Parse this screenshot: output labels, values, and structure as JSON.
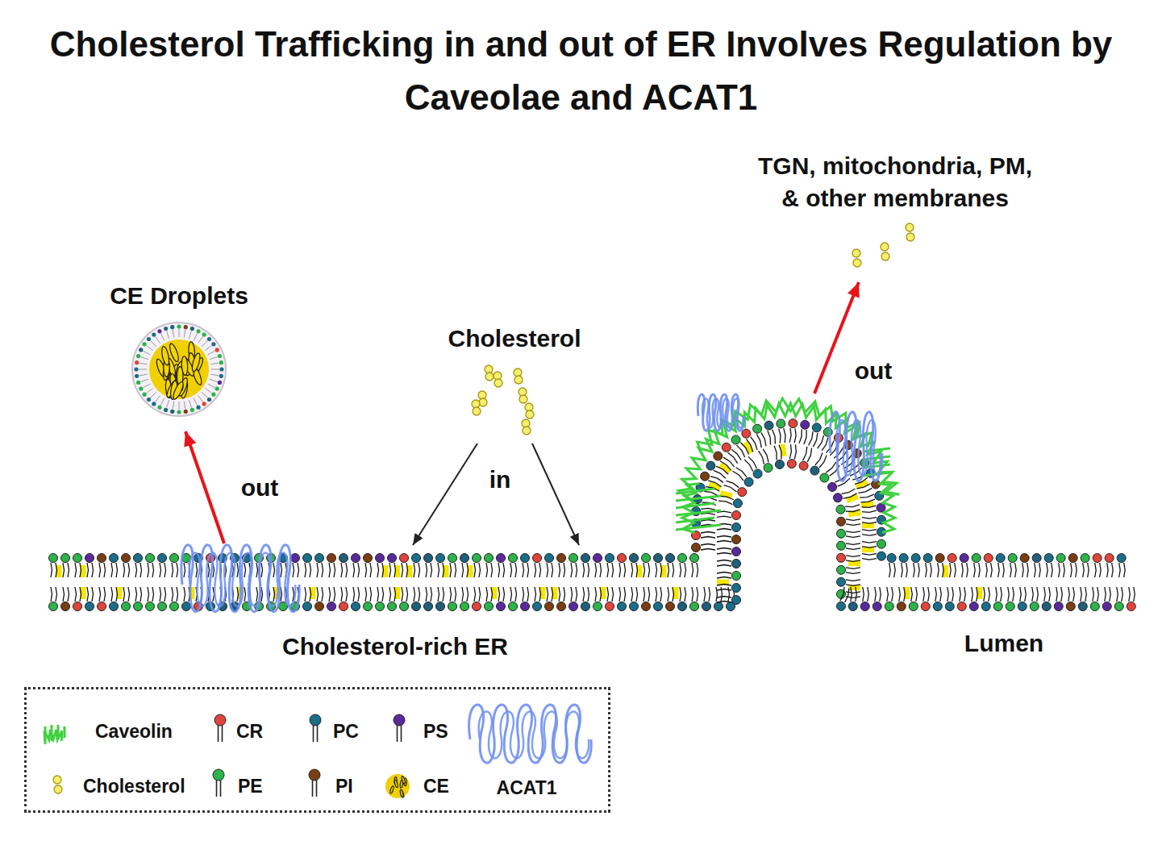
{
  "diagram": {
    "title": "Cholesterol Trafficking in and out of ER Involves Regulation by Caveolae and ACAT1",
    "nodes": [
      {
        "text": [
          "CE Droplets"
        ]
      },
      {
        "text": [
          "Cholesterol"
        ]
      },
      {
        "text": [
          "TGN, mitochondria, PM, & other membranes"
        ]
      },
      {
        "text": [
          "Cholesterol-rich ER"
        ]
      }
    ],
    "edges": [
      {
        "from": 3,
        "to": 0,
        "arrow": "to"
      },
      {
        "from": 1,
        "to": 3,
        "arrow": "to"
      },
      {
        "from": 1,
        "to": 3,
        "arrow": "to"
      },
      {
        "from": 3,
        "to": 2,
        "arrow": "to"
      }
    ],
    "labels": [
      "out",
      "in",
      "out",
      "Lumen"
    ],
    "legend": [
      {
        "text": "Caveolin"
      },
      {
        "text": "CR"
      },
      {
        "text": "PC"
      },
      {
        "text": "PS"
      },
      {
        "text": "Cholesterol"
      },
      {
        "text": "PE"
      },
      {
        "text": "PI"
      },
      {
        "text": "CE"
      },
      {
        "text": "ACAT1"
      }
    ]
  }
}
